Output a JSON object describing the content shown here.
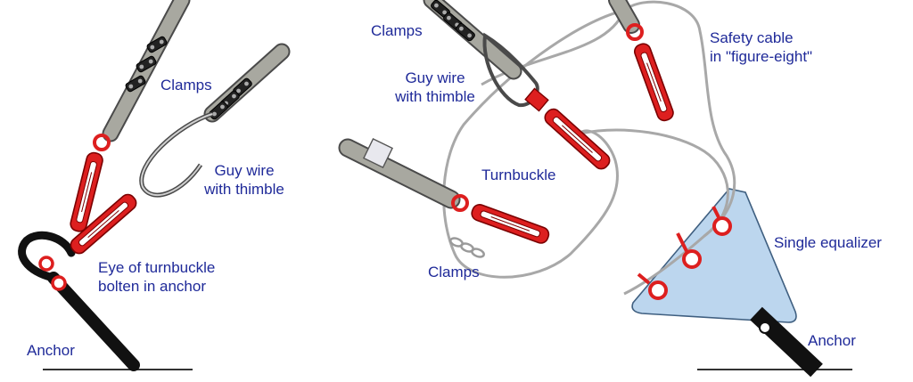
{
  "colors": {
    "label": "#1f2a99",
    "turnbuckle": "#dd1f1f",
    "turnbuckle_outline": "#7a0000",
    "wire": "#a8a8a0",
    "wire_outline": "#4a4a4a",
    "safety_cable": "#a8a8a8",
    "equalizer_fill": "#bcd6ee",
    "anchor": "#111111",
    "ground": "#333333"
  },
  "left_diagram": {
    "labels": {
      "clamps": "Clamps",
      "guy_wire_line1": "Guy wire",
      "guy_wire_line2": "with thimble",
      "eye_line1": "Eye of turnbuckle",
      "eye_line2": "bolten in anchor",
      "anchor": "Anchor"
    }
  },
  "right_diagram": {
    "labels": {
      "clamps_top": "Clamps",
      "guy_wire_line1": "Guy wire",
      "guy_wire_line2": "with thimble",
      "safety_line1": "Safety cable",
      "safety_line2": "in \"figure-eight\"",
      "turnbuckle": "Turnbuckle",
      "clamps_bottom": "Clamps",
      "equalizer": "Single equalizer",
      "anchor": "Anchor"
    }
  }
}
